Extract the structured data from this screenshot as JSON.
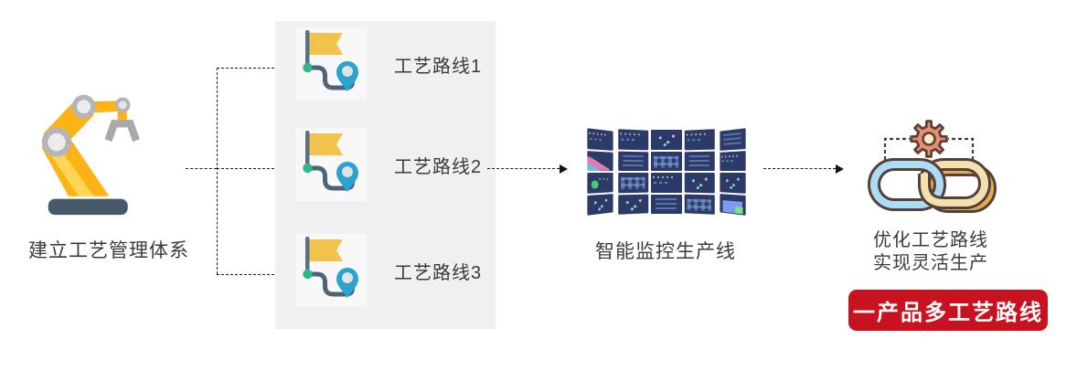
{
  "diagram": {
    "type": "process-flow",
    "background": "#ffffff"
  },
  "flow": {
    "step1": {
      "label": "建立工艺管理体系",
      "icon": "robot-arm-icon"
    },
    "routes": {
      "icon": "route-flag-pin-icon",
      "items": [
        {
          "label": "工艺路线1"
        },
        {
          "label": "工艺路线2"
        },
        {
          "label": "工艺路线3"
        }
      ]
    },
    "monitor": {
      "label": "智能监控生产线",
      "icon": "monitor-wall-icon"
    },
    "optimize": {
      "line1": "优化工艺路线",
      "line2": "实现灵活生产",
      "icon": "chain-gear-icon"
    },
    "badge": {
      "label": "一产品多工艺路线",
      "background": "#c9121f",
      "text_color": "#ffffff"
    }
  },
  "colors": {
    "panel_gray": "#f0f0f1",
    "tile_gray": "#f8f8f9",
    "robot_yellow": "#fcb316",
    "robot_base": "#47596b",
    "flag_yellow": "#f2c34c",
    "route_dot_green": "#2fb988",
    "pin_blue": "#2ba2d0",
    "screen_navy": "#2b3a66",
    "chain_blue": "#abdcf4",
    "chain_tan": "#f4dfae",
    "chain_amber": "#e5ab52",
    "gear_salmon": "#ef8a74",
    "connector_black": "#1f1f1f",
    "badge_red": "#c9121f"
  }
}
